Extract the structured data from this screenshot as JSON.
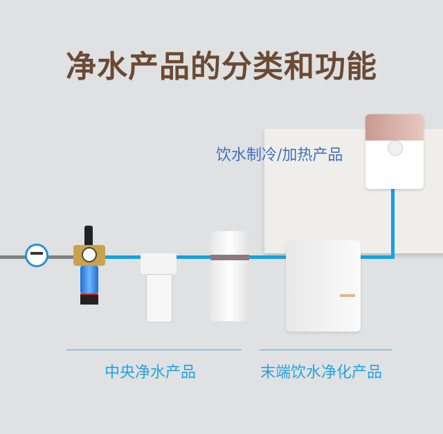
{
  "title": "净水产品的分类和功能",
  "labels": {
    "drinking": "饮水制冷/加热产品",
    "central": "中央净水产品",
    "terminal": "末端饮水净化产品"
  },
  "colors": {
    "title": "#6b4a33",
    "pipe": "#13a0e6",
    "label": "#23a3e2"
  }
}
